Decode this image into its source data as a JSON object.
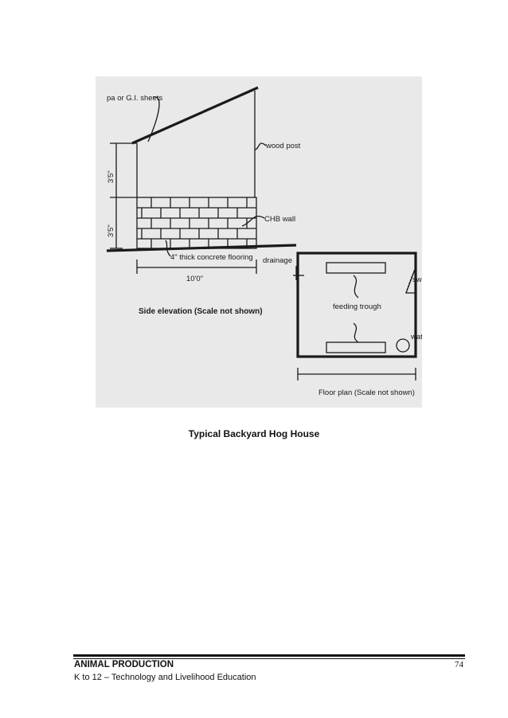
{
  "figure": {
    "labels": {
      "roof": "pa or G.I. sheets",
      "post": "wood post",
      "wall": "CHB wall",
      "floor": "4\" thick concrete flooring",
      "drain": "drainage",
      "dim_upper": "3'5\"",
      "dim_lower": "3'5\"",
      "dim_width": "10'0\"",
      "side_title": "Side elevation (Scale not shown)",
      "swing": "swinge",
      "trough": "feeding trough",
      "water": "wate",
      "plan_title": "Floor plan (Scale not shown)"
    }
  },
  "caption": "Typical Backyard Hog House",
  "footer": {
    "title": "ANIMAL PRODUCTION",
    "subtitle": "K to 12 – Technology and Livelihood Education",
    "page": "74"
  }
}
